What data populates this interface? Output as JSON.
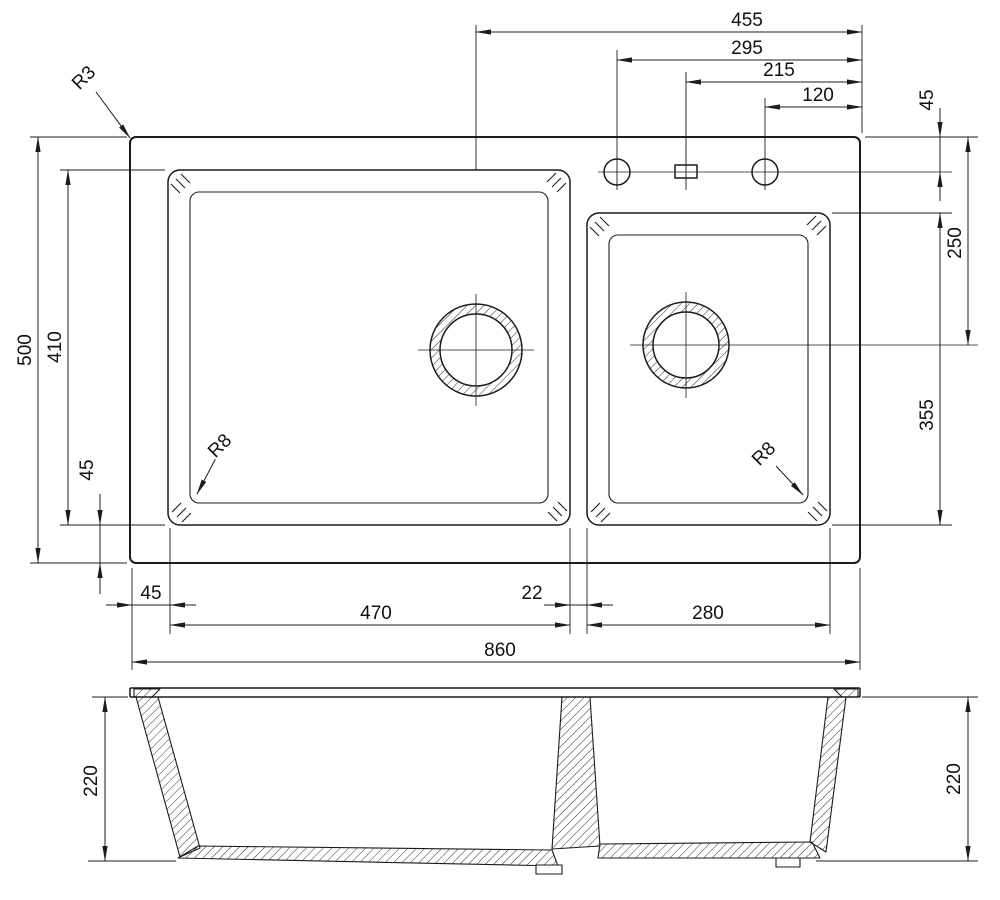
{
  "plan": {
    "top": {
      "d455": "455",
      "d295": "295",
      "d215": "215",
      "d120": "120"
    },
    "right": {
      "d45": "45",
      "d250": "250",
      "d355": "355"
    },
    "left": {
      "d500": "500",
      "d410": "410",
      "d45": "45"
    },
    "bottom": {
      "d45": "45",
      "d470": "470",
      "d22": "22",
      "d280": "280",
      "d860": "860"
    },
    "radii": {
      "r3": "R3",
      "r8_large": "R8",
      "r8_small": "R8"
    }
  },
  "section": {
    "d220_left": "220",
    "d220_right": "220"
  },
  "colors": {
    "line": "#1c1c1c",
    "background": "#ffffff"
  }
}
